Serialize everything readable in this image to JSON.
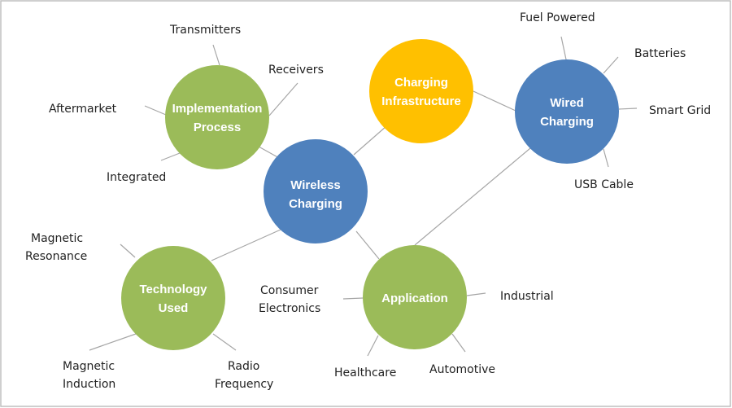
{
  "colors": {
    "green": "#9BBB59",
    "blue": "#4F81BD",
    "yellow": "#FFC000"
  },
  "nodes": {
    "wireless": [
      "Wireless",
      "Charging"
    ],
    "implementation": [
      "Implementation",
      "Process"
    ],
    "infrastructure": [
      "Charging",
      "Infrastructure"
    ],
    "wired": [
      "Wired",
      "Charging"
    ],
    "technology": [
      "Technology",
      "Used"
    ],
    "application": [
      "Application"
    ]
  },
  "leaves": {
    "transmitters": [
      "Transmitters"
    ],
    "receivers": [
      "Receivers"
    ],
    "aftermarket": [
      "Aftermarket"
    ],
    "integrated": [
      "Integrated"
    ],
    "fuel_powered": [
      "Fuel Powered"
    ],
    "batteries": [
      "Batteries"
    ],
    "smart_grid": [
      "Smart Grid"
    ],
    "usb_cable": [
      "USB Cable"
    ],
    "magnetic_resonance": [
      "Magnetic",
      "Resonance"
    ],
    "magnetic_induction": [
      "Magnetic",
      "Induction"
    ],
    "radio_frequency": [
      "Radio",
      "Frequency"
    ],
    "consumer_electronics": [
      "Consumer",
      "Electronics"
    ],
    "industrial": [
      "Industrial"
    ],
    "healthcare": [
      "Healthcare"
    ],
    "automotive": [
      "Automotive"
    ]
  }
}
